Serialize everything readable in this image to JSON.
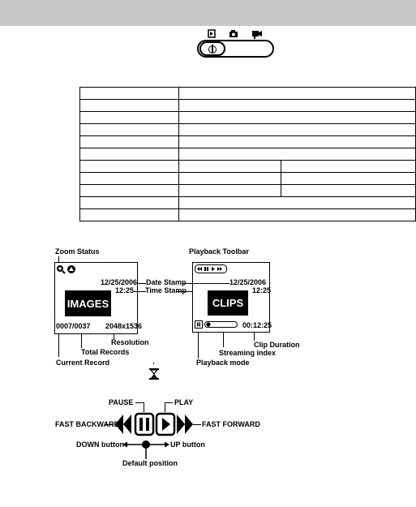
{
  "screen_left": {
    "caption": "Zoom Status",
    "date": "12/25/2006",
    "time": "12:25",
    "banner": "IMAGES",
    "record": "0007/0037",
    "resolution": "2048x1536"
  },
  "screen_right": {
    "caption": "Playback Toolbar",
    "date": "12/25/2006",
    "time": "12:25",
    "banner": "CLIPS",
    "duration": "00:12:25"
  },
  "callouts": {
    "date_stamp": "Date Stamp",
    "time_stamp": "Time Stamp",
    "resolution": "Resolution",
    "total_records": "Total Records",
    "current_record": "Current Record",
    "clip_duration": "Clip Duration",
    "streaming_index": "Streaming index",
    "playback_mode": "Playback mode"
  },
  "controls": {
    "pause": "PAUSE",
    "play": "PLAY",
    "fast_backward": "FAST BACKWARD",
    "fast_forward": "FAST FORWARD",
    "down_button": "DOWN button",
    "up_button": "UP button",
    "default_position": "Default position"
  },
  "table": {
    "rows": 11
  }
}
